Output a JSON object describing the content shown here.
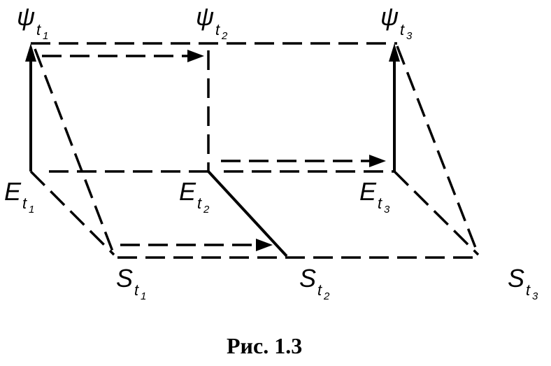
{
  "caption": "Рис. 1.3",
  "labels": {
    "psi": "ψ",
    "E": "E",
    "S": "S",
    "t": "t",
    "sub1": "1",
    "sub2": "2",
    "sub3": "3"
  }
}
